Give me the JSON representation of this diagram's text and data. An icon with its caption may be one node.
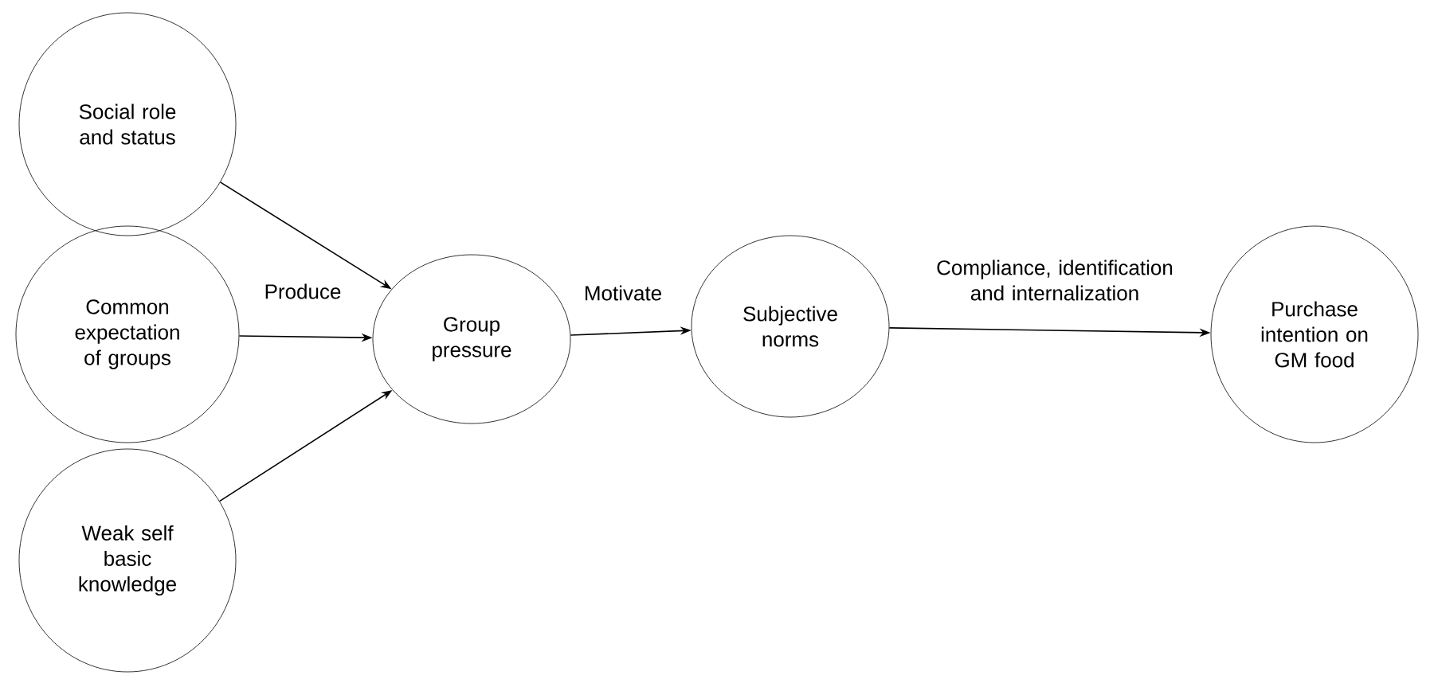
{
  "diagram": {
    "nodes": [
      {
        "text": [
          "Social role and status"
        ]
      },
      {
        "text": [
          "Common expectation of groups"
        ]
      },
      {
        "text": [
          "Weak self basic knowledge"
        ]
      },
      {
        "text": [
          "Group pressure"
        ]
      },
      {
        "text": [
          "Subjective norms"
        ]
      },
      {
        "text": [
          "Purchase intention on GM food"
        ]
      }
    ],
    "edges": [
      {
        "from": 0,
        "to": 3,
        "arrow": "to"
      },
      {
        "from": 1,
        "to": 3,
        "arrow": "to",
        "label": "Produce"
      },
      {
        "from": 2,
        "to": 3,
        "arrow": "to"
      },
      {
        "from": 3,
        "to": 4,
        "arrow": "to",
        "label": "Motivate"
      },
      {
        "from": 4,
        "to": 5,
        "arrow": "to",
        "label": "Compliance, identification and internalization"
      }
    ]
  }
}
